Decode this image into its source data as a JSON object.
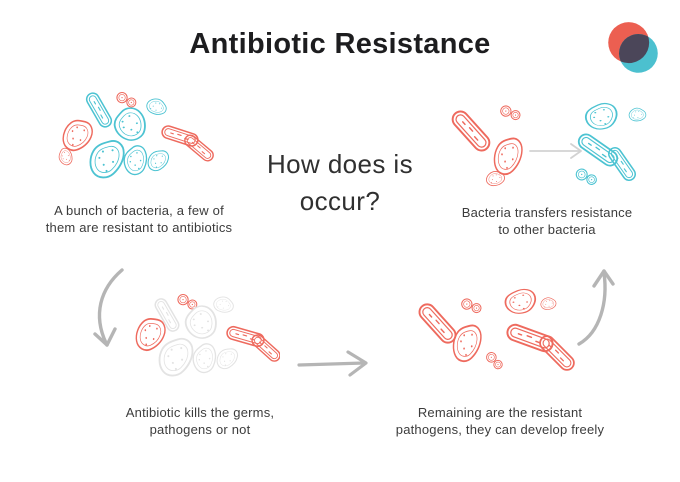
{
  "title": "Antibiotic Resistance",
  "question": {
    "lines": [
      "How does is",
      "occur?"
    ]
  },
  "steps": [
    {
      "id": "mixed-population",
      "caption_lines": [
        "A bunch of bacteria, a few of",
        "them are resistant to antibiotics"
      ]
    },
    {
      "id": "resistance-transfer",
      "caption_lines": [
        "Bacteria transfers resistance",
        "to other bacteria"
      ]
    },
    {
      "id": "antibiotic-kills",
      "caption_lines": [
        "Antibiotic kills the germs,",
        "pathogens or not"
      ]
    },
    {
      "id": "resistant-remain",
      "caption_lines": [
        "Remaining are the resistant",
        "pathogens, they can develop freely"
      ]
    }
  ],
  "icons": {
    "logo": "overlapping-circles-logo",
    "transfer_arrow": "arrow-right-icon",
    "down_arrow": "curved-arrow-down-left-icon",
    "across_arrow": "arrow-right-icon",
    "up_arrow": "curved-arrow-up-right-icon"
  },
  "colors": {
    "background": "#ffffff",
    "title_text": "#1d1d1f",
    "question_text": "#303030",
    "body_text": "#3c3c3c",
    "bacteria_red": "#ee6a5e",
    "bacteria_teal": "#4cc3d2",
    "bacteria_dead": "#e3e3e3",
    "arrow_gray": "#b5b5b5",
    "arrow_light": "#d2d2d2",
    "logo_red": "#ec5f51",
    "logo_teal": "#4cc0cf",
    "logo_overlap": "#4b4659"
  }
}
